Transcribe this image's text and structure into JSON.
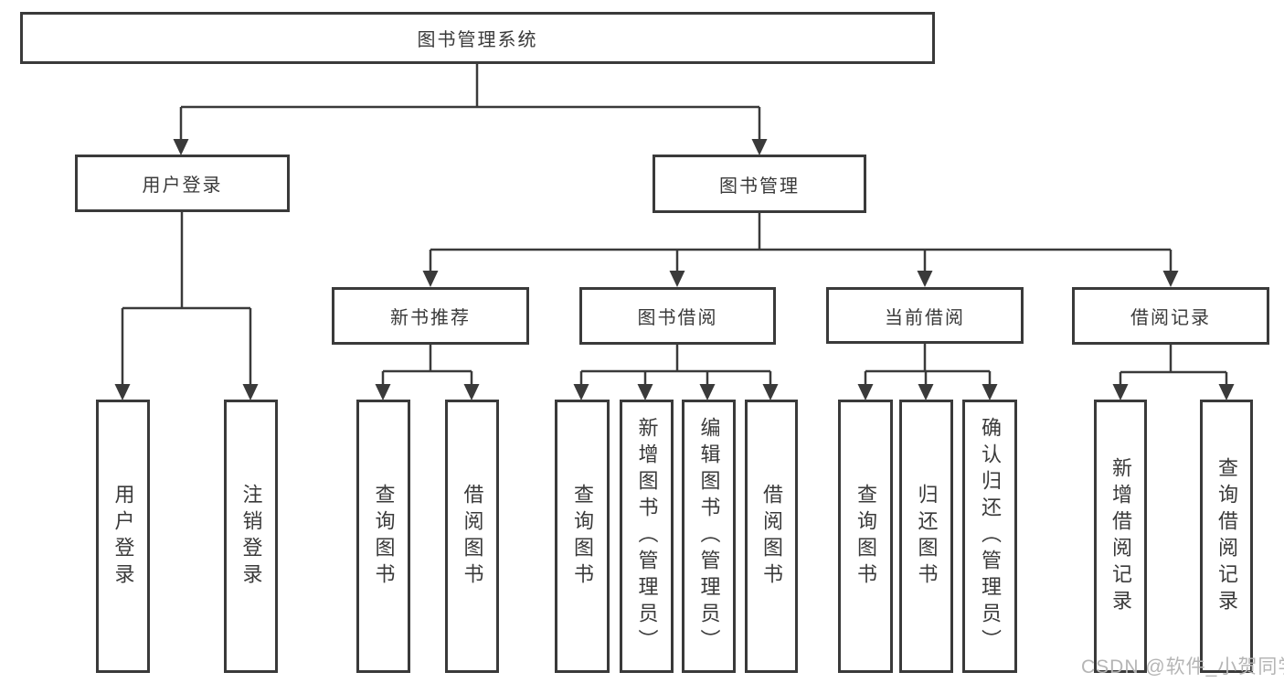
{
  "diagram": {
    "root": {
      "label": "图书管理系统"
    },
    "branches": [
      {
        "label": "用户登录",
        "children": [
          {
            "label": "用户登录"
          },
          {
            "label": "注销登录"
          }
        ]
      },
      {
        "label": "图书管理",
        "children": [
          {
            "label": "新书推荐",
            "children": [
              {
                "label": "查询图书"
              },
              {
                "label": "借阅图书"
              }
            ]
          },
          {
            "label": "图书借阅",
            "children": [
              {
                "label": "查询图书"
              },
              {
                "label": "新增图书（管理员）"
              },
              {
                "label": "编辑图书（管理员）"
              },
              {
                "label": "借阅图书"
              }
            ]
          },
          {
            "label": "当前借阅",
            "children": [
              {
                "label": "查询图书"
              },
              {
                "label": "归还图书"
              },
              {
                "label": "确认归还（管理员）"
              }
            ]
          },
          {
            "label": "借阅记录",
            "children": [
              {
                "label": "新增借阅记录"
              },
              {
                "label": "查询借阅记录"
              }
            ]
          }
        ]
      }
    ],
    "colors": {
      "line": "#3a3a3a",
      "text": "#3a3a3a",
      "background": "#ffffff",
      "watermark": "#b5b5b5"
    }
  },
  "watermark": {
    "text": "CSDN @软件_小贺同学"
  }
}
